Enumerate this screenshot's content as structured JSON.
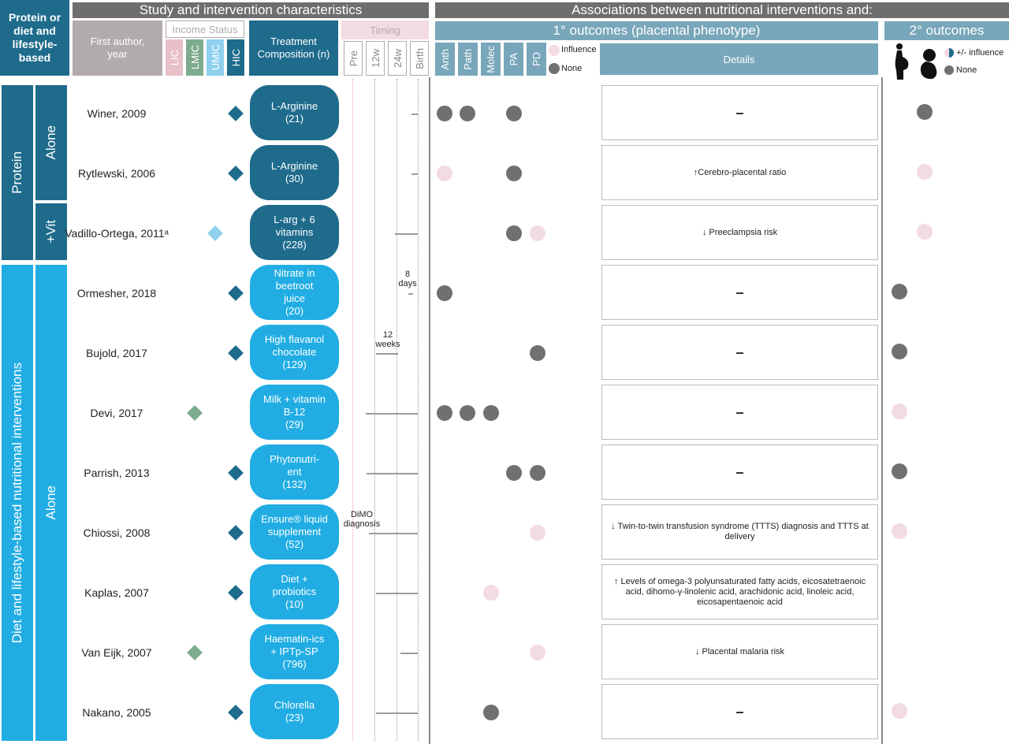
{
  "header": {
    "corner": "Protein or diet and lifestyle-based",
    "study_section": "Study and intervention characteristics",
    "assoc_section": "Associations between nutritional interventions and:",
    "first_author": "First author, year",
    "income_status": "Income Status",
    "income_cols": [
      "LIC",
      "LMIC",
      "UMIC",
      "HIC"
    ],
    "treatment": "Treatment Composition (n)",
    "timing": "Timing",
    "timing_cols": [
      "Pre",
      "12w",
      "24w",
      "Birth"
    ],
    "primary": "1° outcomes (placental phenotype)",
    "primary_cols": [
      "Anth",
      "Path",
      "Molec",
      "PA",
      "PD"
    ],
    "details": "Details",
    "secondary": "2° outcomes"
  },
  "legend": {
    "influence": "Influence",
    "none": "None",
    "pm_influence": "+/- influence",
    "none2": "None"
  },
  "groups": {
    "protein": "Protein",
    "diet": "Diet and lifestyle-based nutritional interventions",
    "alone": "Alone",
    "vit": "+Vit",
    "alone2": "Alone"
  },
  "colors": {
    "header_gray": "#6f6d6d",
    "author_header": "#b2abab",
    "lic": "#e8c0c8",
    "lmic": "#7dab8e",
    "umic": "#8fd0ef",
    "hic": "#1e6b8c",
    "timing_header": "#f3dbe2",
    "outcome_header": "#78a6ba",
    "protein_blue": "#1e6b8c",
    "diet_blue": "#21ade3",
    "dot_none": "#707070",
    "dot_influence": "#f3dbe2"
  },
  "annotations": {
    "ormesher": "8 days",
    "bujold": "12 weeks",
    "chiossi": "DiMO diagnosis"
  },
  "rows": [
    {
      "author": "Winer, 2009",
      "income": "HIC",
      "treat": [
        "L-Arginine",
        "(21)"
      ],
      "tstart": 0.9,
      "tend": 1.0,
      "dots": [
        "none",
        "none",
        "",
        "none",
        ""
      ],
      "detail": "–",
      "sec": "none"
    },
    {
      "author": "Rytlewski, 2006",
      "income": "HIC",
      "treat": [
        "L-Arginine",
        "(30)"
      ],
      "tstart": 0.9,
      "tend": 1.0,
      "dots": [
        "influence",
        "",
        "",
        "none",
        ""
      ],
      "detail": "↑Cerebro-placental ratio",
      "sec": "influence"
    },
    {
      "author": "Vadillo-Ortega, 2011ᵃ",
      "income": "UMIC",
      "treat": [
        "L-arg + 6",
        "vitamins",
        "(228)"
      ],
      "tstart": 0.65,
      "tend": 1.0,
      "dots": [
        "",
        "",
        "",
        "none",
        "influence"
      ],
      "detail": "↓ Preeclampsia risk",
      "sec": "influence"
    },
    {
      "author": "Ormesher, 2018",
      "income": "HIC",
      "treat": [
        "Nitrate in",
        "beetroot",
        "juice",
        "(20)"
      ],
      "tstart": 0.85,
      "tend": 0.93,
      "dots": [
        "none",
        "",
        "",
        "",
        ""
      ],
      "detail": "–",
      "sec": "none"
    },
    {
      "author": "Bujold, 2017",
      "income": "HIC",
      "treat": [
        "High flavanol",
        "chocolate",
        "(129)"
      ],
      "tstart": 0.36,
      "tend": 0.7,
      "dots": [
        "",
        "",
        "",
        "",
        "none"
      ],
      "detail": "–",
      "sec": "none"
    },
    {
      "author": "Devi, 2017",
      "income": "LMIC",
      "treat": [
        "Milk + vitamin",
        "B-12",
        "(29)"
      ],
      "tstart": 0.2,
      "tend": 1.0,
      "dots": [
        "none",
        "none",
        "none",
        "",
        ""
      ],
      "detail": "–",
      "sec": "influence"
    },
    {
      "author": "Parrish, 2013",
      "income": "HIC",
      "treat": [
        "Phytonutri-",
        "ent",
        "(132)"
      ],
      "tstart": 0.22,
      "tend": 1.0,
      "dots": [
        "",
        "",
        "",
        "none",
        "none"
      ],
      "detail": "–",
      "sec": "none"
    },
    {
      "author": "Chiossi, 2008",
      "income": "HIC",
      "treat": [
        "Ensure® liquid",
        "supplement",
        "(52)"
      ],
      "tstart": 0.25,
      "tend": 1.0,
      "dots": [
        "",
        "",
        "",
        "",
        "influence"
      ],
      "detail": "↓ Twin-to-twin transfusion syndrome (TTTS) diagnosis and TTTS at delivery",
      "sec": "influence"
    },
    {
      "author": "Kaplas, 2007",
      "income": "HIC",
      "treat": [
        "Diet +",
        "probiotics",
        "(10)"
      ],
      "tstart": 0.36,
      "tend": 1.0,
      "dots": [
        "",
        "",
        "influence",
        "",
        ""
      ],
      "detail": "↑ Levels of omega-3 polyunsaturated fatty acids, eicosatetraenoic acid, dihomo-γ-linolenic acid, arachidonic acid, linoleic acid, eicosapentaenoic acid",
      "sec": ""
    },
    {
      "author": "Van Eijk, 2007",
      "income": "LMIC",
      "treat": [
        "Haematin-ics",
        "+ IPTp-SP",
        "(796)"
      ],
      "tstart": 0.74,
      "tend": 1.0,
      "dots": [
        "",
        "",
        "",
        "",
        "influence"
      ],
      "detail": "↓ Placental malaria risk",
      "sec": ""
    },
    {
      "author": "Nakano, 2005",
      "income": "HIC",
      "treat": [
        "Chlorella",
        "(23)"
      ],
      "tstart": 0.36,
      "tend": 1.0,
      "dots": [
        "",
        "",
        "none",
        "",
        ""
      ],
      "detail": "–",
      "sec": "influence"
    }
  ]
}
